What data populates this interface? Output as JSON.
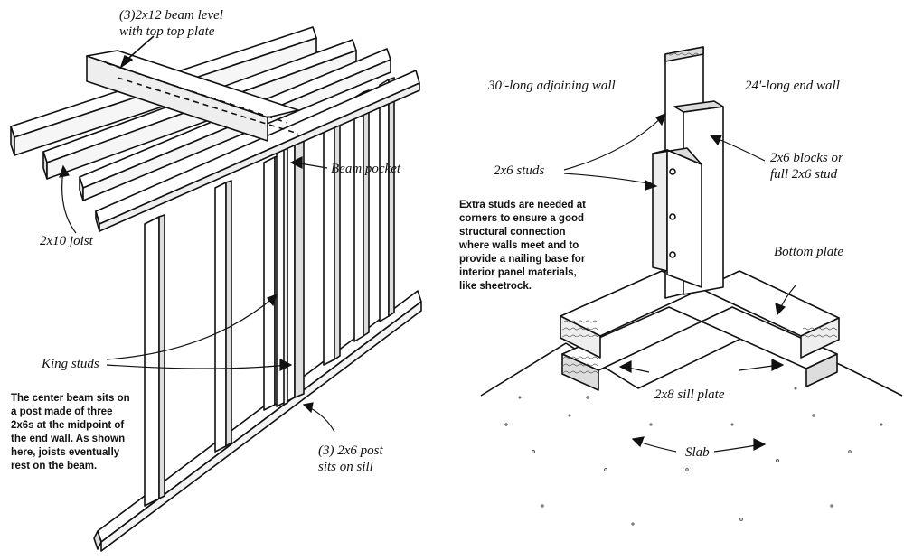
{
  "labels": {
    "beam": [
      "(3)2x12 beam level",
      "with top top plate"
    ],
    "joist": "2x10 joist",
    "beam_pocket": "Beam pocket",
    "king_studs": "King studs",
    "post": [
      "(3) 2x6 post",
      "sits on sill"
    ],
    "adjoining_wall": "30'-long adjoining wall",
    "end_wall": "24'-long end wall",
    "blocks": [
      "2x6 blocks or",
      "full 2x6 stud"
    ],
    "studs": "2x6 studs",
    "bottom_plate": "Bottom plate",
    "sill_plate": "2x8 sill plate",
    "slab": "Slab"
  },
  "notes": {
    "center_beam": [
      "The center beam sits on",
      "a post made of three",
      "2x6s at the midpoint of",
      "the end wall. As shown",
      "here, joists eventually",
      "rest on the beam."
    ],
    "corner": [
      "Extra studs are needed at",
      "corners to ensure a good",
      "structural connection",
      "where walls meet and to",
      "provide a nailing base for",
      "interior panel materials,",
      "like sheetrock."
    ]
  },
  "colors": {
    "ink": "#111111",
    "paper": "#ffffff",
    "shade": "#d9d9d9"
  }
}
